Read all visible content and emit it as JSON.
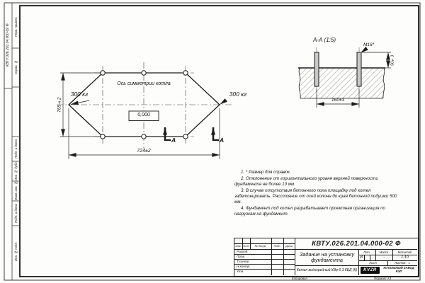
{
  "document": {
    "number_full": "КВТУ.026.201.04.000-02  Ф"
  },
  "margin_strip": {
    "rotated_number": "КВТУ.026.201.04.000-02 Ф",
    "cells": [
      "Перв. примен.",
      "Справ. №",
      "Подп. и дата",
      "Инв. № дубл.",
      "Взам. инв. №",
      "Подп. и дата",
      "Инв. № подл."
    ]
  },
  "plan": {
    "axis_label": "Ось симметрии котла",
    "load_left": "300 кг",
    "load_right": "300 кг",
    "elevation": "0,000",
    "dim_width": "724±2",
    "dim_height": "765±2",
    "section_letter_left": "А",
    "section_letter_right": "А"
  },
  "section_view": {
    "title": "А-А (1:5)",
    "thread_label": "М16*",
    "dim_spacing": "160±3",
    "dim_protrusion": "50±3"
  },
  "notes": [
    "1. * Размер для справок.",
    "2. Отклонение от горизонтального уровня верхней поверхности фундамента не более 10 мм.",
    "3. В случае отсутствия бетонного пола площадку под котел забетонировать. Расстояние от осей колонн до края бетонной подушки 500 мм.",
    "4. Фундамент под котел разрабатывает проектная организация по нагрузкам на фундамент."
  ],
  "title_block": {
    "doc_number": "КВТУ.026.201.04.000-02  Ф",
    "columns": [
      "Изм.",
      "Лист",
      "№ докум.",
      "Подп.",
      "Дата"
    ],
    "roles": [
      "Разраб.",
      "Пров.",
      "Т.контр.",
      "Н.контр.",
      "Утв."
    ],
    "doc_title": "Задание на установку фундамента",
    "product": "Котел водогрейный КВр-0,3 КБД (К)",
    "lit_label": "Лит.",
    "lit_value": "И",
    "mass_label": "Масса",
    "mass_value": "-",
    "scale_label": "Масштаб",
    "scale_value": "1:10",
    "sheet_label": "Лист",
    "sheets_label": "Листов",
    "sheets_value": "1",
    "logo": "KVZR",
    "company": "КОТЕЛЬНЫЙ ЗАВОД РЭП",
    "copied_label": "Копировал",
    "format_label": "Формат А3"
  }
}
